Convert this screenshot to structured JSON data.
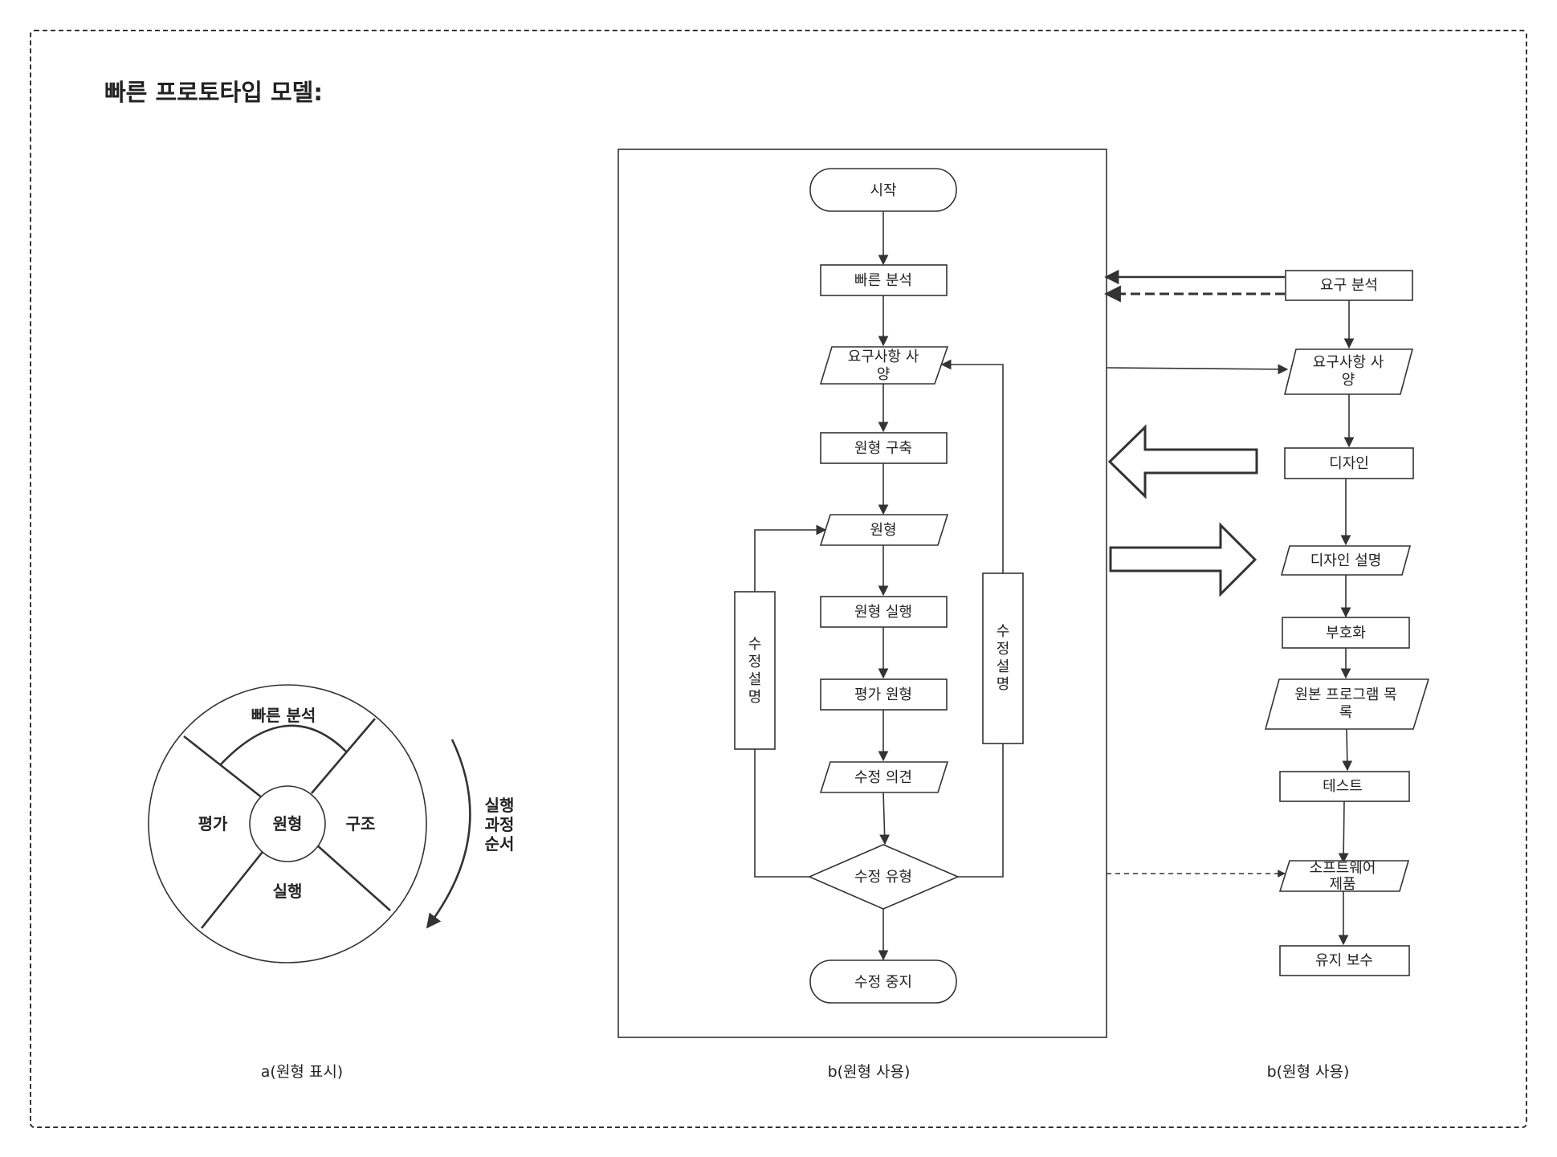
{
  "title": "빠른 프로토타입 모델:",
  "circle": {
    "top": "빠른 분석",
    "left": "평가",
    "center": "원형",
    "right": "구조",
    "bottom": "실행",
    "order_label": [
      "실행",
      "과정",
      "순서"
    ]
  },
  "middle_flow": {
    "start": "시작",
    "quick_analysis": "빠른 분석",
    "req_spec": [
      "요구사항 사",
      "양"
    ],
    "build_prototype": "원형 구축",
    "prototype": "원형",
    "run_prototype": "원형 실행",
    "evaluate_prototype": "평가 원형",
    "revision_opinion": "수정 의견",
    "revision_type": "수정 유형",
    "stop_revision": "수정 중지",
    "left_side_box": [
      "수",
      "정",
      "설",
      "명"
    ],
    "right_side_box": [
      "수",
      "정",
      "설",
      "명"
    ]
  },
  "right_flow": {
    "req_analysis": "요구 분석",
    "req_spec": [
      "요구사항 사",
      "양"
    ],
    "design": "디자인",
    "design_description": "디자인 설명",
    "coding": "부호화",
    "source_listing": [
      "원본 프로그램 목",
      "록"
    ],
    "test": "테스트",
    "software_product": [
      "소프트웨어",
      "제품"
    ],
    "maintenance": "유지 보수"
  },
  "captions": {
    "left": "a(원형 표시)",
    "middle": "b(원형 사용)",
    "right": "b(원형 사용)"
  }
}
